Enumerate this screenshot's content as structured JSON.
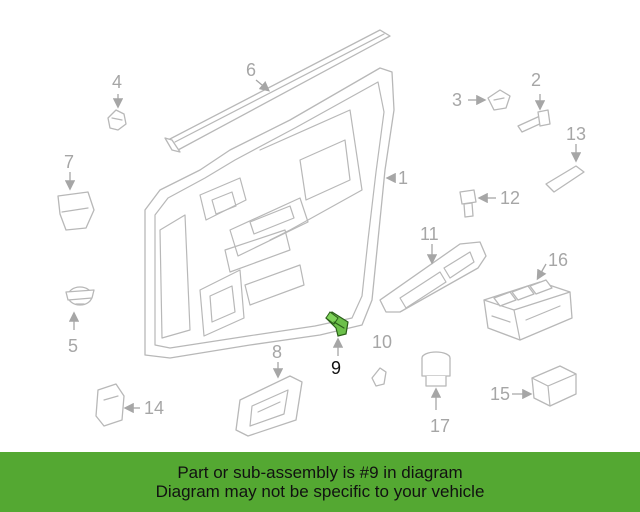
{
  "colors": {
    "banner_bg": "#54a832",
    "highlight_part": "#6cc04a",
    "outline": "#b8b8b8",
    "callout_grey": "#a6a6a6"
  },
  "callouts": [
    "1",
    "2",
    "3",
    "4",
    "5",
    "6",
    "7",
    "8",
    "9",
    "10",
    "11",
    "12",
    "13",
    "14",
    "15",
    "16",
    "17"
  ],
  "highlighted_callout": "9",
  "banner": {
    "line1": "Part or sub-assembly is #9 in diagram",
    "line2": "Diagram may not be specific to your vehicle"
  }
}
